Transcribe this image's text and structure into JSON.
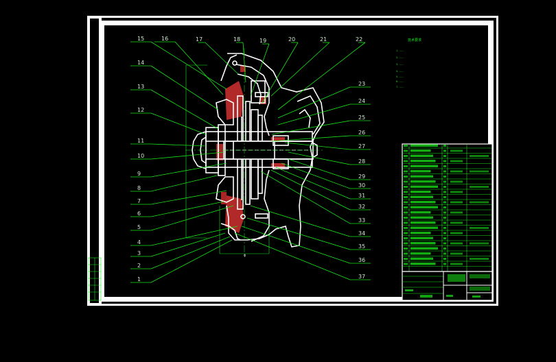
{
  "drawing": {
    "part_labels_left": [
      "15",
      "16",
      "14",
      "13",
      "12",
      "11",
      "10",
      "9",
      "8",
      "7",
      "6",
      "5",
      "4",
      "3",
      "2",
      "1"
    ],
    "part_labels_top": [
      "17",
      "18",
      "19",
      "20",
      "21",
      "22"
    ],
    "part_labels_right": [
      "23",
      "24",
      "25",
      "26",
      "27",
      "28",
      "29",
      "30",
      "31",
      "32",
      "33",
      "34",
      "35",
      "36",
      "37"
    ],
    "notes_title": "技术要求",
    "notes": [
      "1. ……",
      "2. ……",
      "3. ……",
      "4. ……",
      "5. ……",
      "6. ……",
      "7. ……"
    ]
  },
  "colors": {
    "background": "#000000",
    "sheet": "#ffffff",
    "leader": "#19e619",
    "part": "#ffffff",
    "section": "#d03030"
  }
}
